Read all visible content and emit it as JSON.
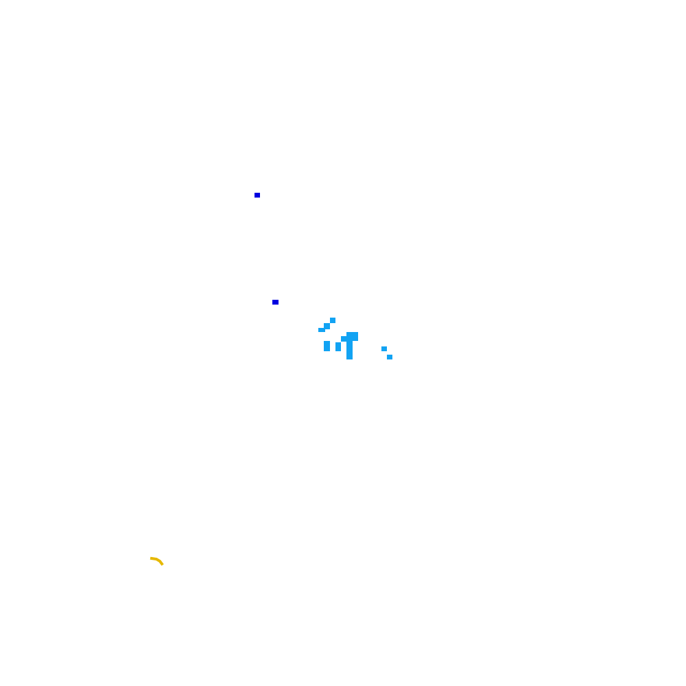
{
  "colors": {
    "background": "#ffffff",
    "point_dark_blue": "#0000e0",
    "cluster_light_blue": "#12a3f3",
    "stroke_gold": "#e6b800"
  },
  "features": [
    {
      "name": "point-marker-1",
      "kind": "point",
      "color_key": "point_dark_blue"
    },
    {
      "name": "point-marker-2",
      "kind": "point",
      "color_key": "point_dark_blue"
    },
    {
      "name": "cell-cluster",
      "kind": "cells",
      "color_key": "cluster_light_blue"
    },
    {
      "name": "gold-stroke",
      "kind": "stroke",
      "color_key": "stroke_gold"
    }
  ]
}
